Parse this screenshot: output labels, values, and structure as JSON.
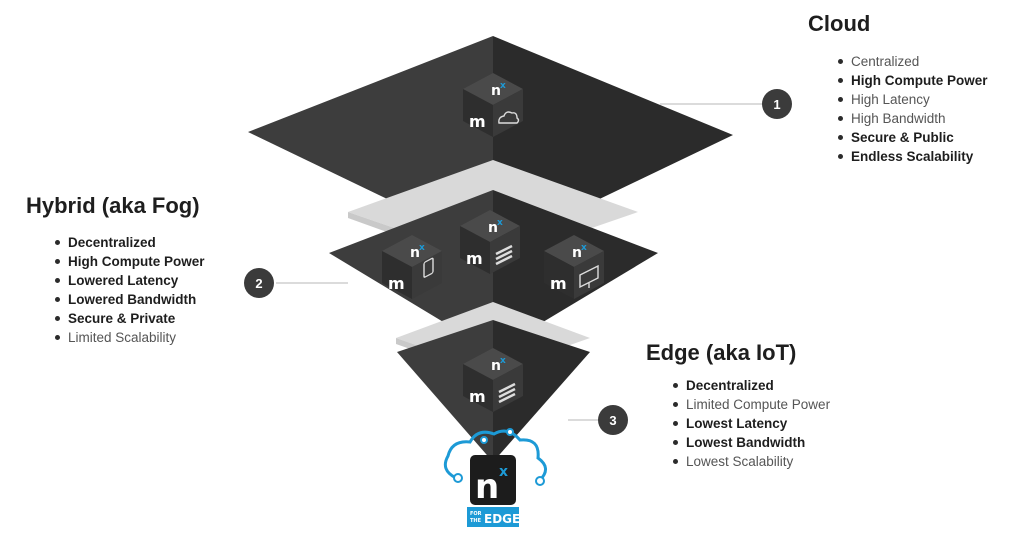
{
  "tiers": [
    {
      "id": "cloud",
      "title": "Cloud",
      "number": "1",
      "bullets": [
        {
          "text": "Centralized",
          "bold": false
        },
        {
          "text": "High Compute Power",
          "bold": true
        },
        {
          "text": "High Latency",
          "bold": false
        },
        {
          "text": "High Bandwidth",
          "bold": false
        },
        {
          "text": "Secure & Public",
          "bold": true
        },
        {
          "text": "Endless Scalability",
          "bold": true
        }
      ]
    },
    {
      "id": "hybrid",
      "title": "Hybrid (aka Fog)",
      "number": "2",
      "bullets": [
        {
          "text": "Decentralized",
          "bold": true
        },
        {
          "text": "High Compute Power",
          "bold": true
        },
        {
          "text": "Lowered Latency",
          "bold": true
        },
        {
          "text": "Lowered Bandwidth",
          "bold": true
        },
        {
          "text": "Secure & Private",
          "bold": true
        },
        {
          "text": "Limited Scalability",
          "bold": false
        }
      ]
    },
    {
      "id": "edge",
      "title": "Edge (aka IoT)",
      "number": "3",
      "bullets": [
        {
          "text": "Decentralized",
          "bold": true
        },
        {
          "text": "Limited Compute Power",
          "bold": false
        },
        {
          "text": "Lowest Latency",
          "bold": true
        },
        {
          "text": "Lowest Bandwidth",
          "bold": true
        },
        {
          "text": "Lowest Scalability",
          "bold": false
        }
      ]
    }
  ],
  "logo": {
    "mark": "n",
    "superscript": "x",
    "badge_small_lines": [
      "FOR",
      "THE"
    ],
    "badge_big": "EDGE"
  },
  "cube_letters": {
    "top": "n",
    "top_sup": "x",
    "left": "m"
  },
  "cube_icons": {
    "cloud_tier": "cloud-icon",
    "hybrid_left": "mobile-device-icon",
    "hybrid_center": "server-stack-icon",
    "hybrid_right": "monitor-icon",
    "edge_tier": "server-stack-icon"
  },
  "colors": {
    "slab_dark": "#3d3d3d",
    "slab_darker": "#2b2b2b",
    "band": "#dcdcdc",
    "cube_top": "#4a4a4a",
    "cube_left": "#2e2e2e",
    "cube_right": "#3a3a3a",
    "accent_blue": "#1d9ad6",
    "logo_bg": "#1c1c1c"
  }
}
